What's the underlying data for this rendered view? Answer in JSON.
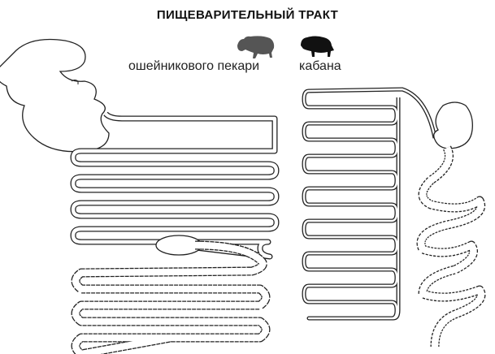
{
  "title": "ПИЩЕВАРИТЕЛЬНЫЙ ТРАКТ",
  "legend": [
    {
      "label": "ошейникового пекари",
      "icon": "peccary-icon",
      "color": "#555555"
    },
    {
      "label": "кабана",
      "icon": "boar-icon",
      "color": "#111111"
    }
  ]
}
